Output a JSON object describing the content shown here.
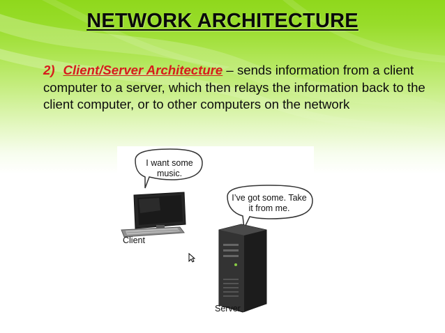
{
  "slide": {
    "title": "NETWORK ARCHITECTURE",
    "item_number": "2)",
    "item_term": "Client/Server Architecture",
    "item_description": " – sends information from a client computer to a server, which then relays the information back to the client computer, or to other computers on the network"
  },
  "figure": {
    "client_bubble": "I want some music.",
    "server_bubble": "I’ve got some. Take it from me.",
    "client_label": "Client",
    "server_label": "Server"
  },
  "colors": {
    "background_green": "#8fd81c",
    "term_red": "#d61c1c",
    "text": "#0d0d0d"
  },
  "icons": [
    "pointer-cursor-icon",
    "monitor-icon",
    "keyboard-icon",
    "server-tower-icon",
    "speech-bubble-icon"
  ]
}
